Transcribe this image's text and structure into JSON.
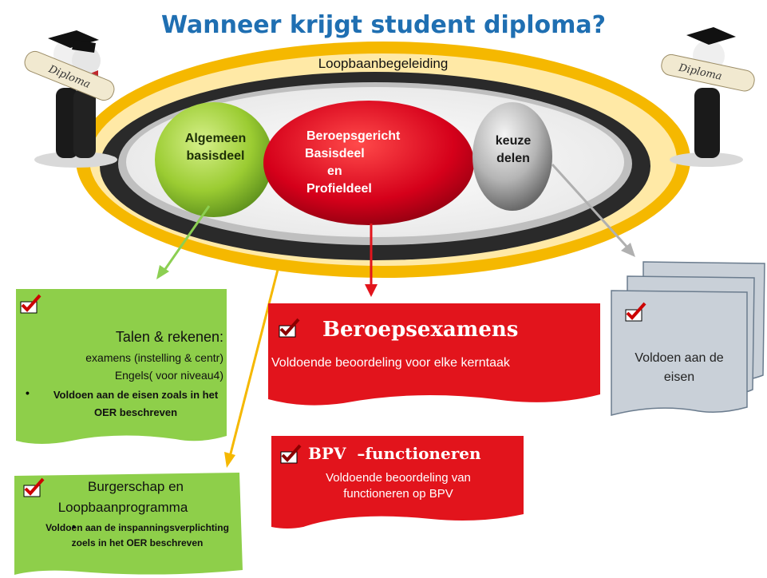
{
  "title": "Wanneer krijgt student diploma?",
  "outer_ring_label": "Loopbaanbegeleiding",
  "circles": {
    "left": [
      "Algemeen",
      "basisdeel"
    ],
    "center": [
      "Beroepsgericht",
      "Basisdeel",
      "en",
      "Profieldeel"
    ],
    "right": [
      "keuze",
      "delen"
    ]
  },
  "diploma_label": "Diploma",
  "boxes": {
    "talen": {
      "heading": "Talen & rekenen:",
      "line1": "examens (instelling & centr)",
      "line2": "Engels( voor niveau4)",
      "bullet": "Voldoen aan de eisen zoals in het OER beschreven"
    },
    "burgerschap": {
      "heading1": "Burgerschap en",
      "heading2": "Loopbaanprogramma",
      "bullet": "Voldoen aan de inspanningsverplichting  zoels in het OER beschreven"
    },
    "beroepsexamens": {
      "heading": "Beroepsexamens",
      "text": "Voldoende beoordeling voor elke kerntaak"
    },
    "bpv": {
      "heading": "BPV  –functioneren",
      "text1": "Voldoende beoordeling van",
      "text2": "functioneren op BPV"
    },
    "keuze": {
      "text1": "Voldoen aan de",
      "text2": "eisen"
    }
  },
  "colors": {
    "title": "#1f6fb2",
    "gold": "#f5b800",
    "green": "#8ecf4a",
    "red": "#e2141c",
    "gray": "#c9d0d8"
  }
}
